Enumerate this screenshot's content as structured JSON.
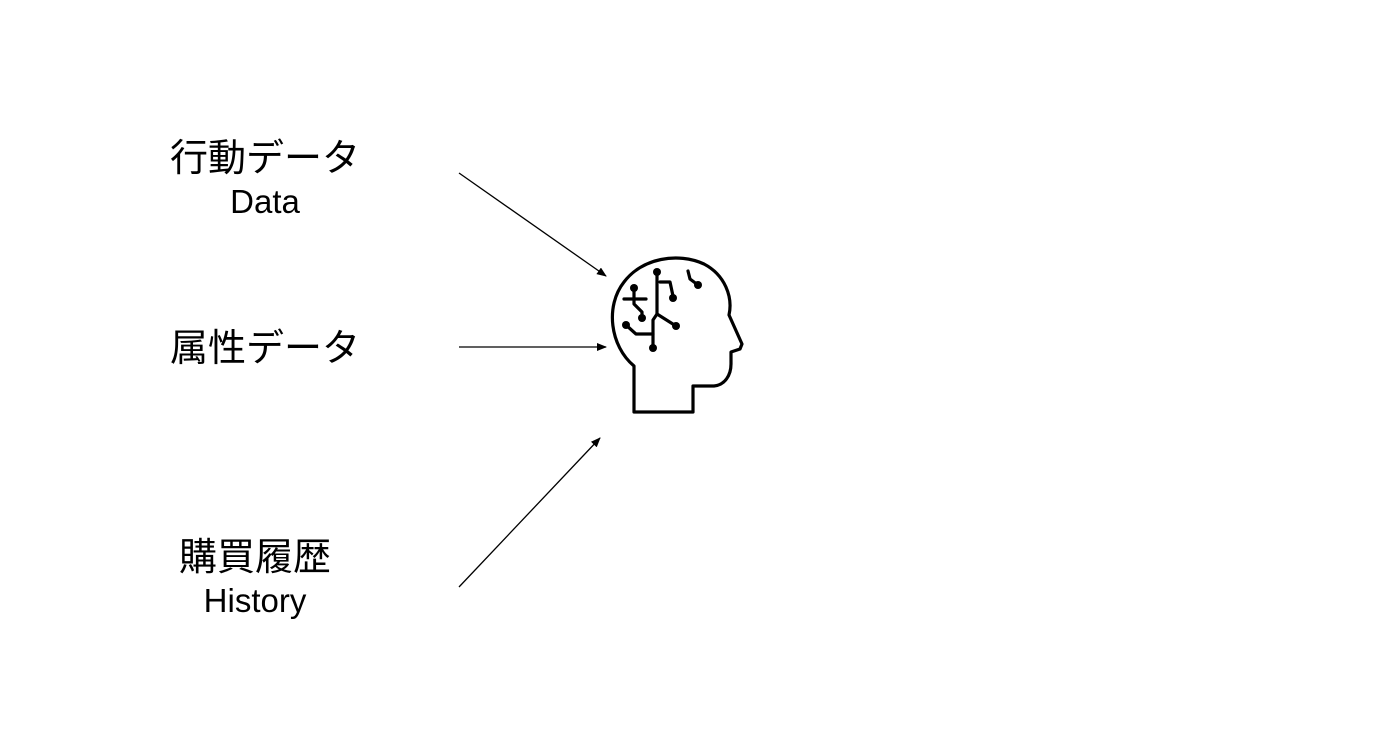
{
  "inputs": [
    {
      "title": "行動データ",
      "subtitle": "Data"
    },
    {
      "title": "属性データ",
      "subtitle": ""
    },
    {
      "title": "購買履歴",
      "subtitle": "History"
    }
  ],
  "target": {
    "icon": "ai-head-circuit-icon"
  },
  "colors": {
    "line": "#000000",
    "background": "#ffffff"
  }
}
